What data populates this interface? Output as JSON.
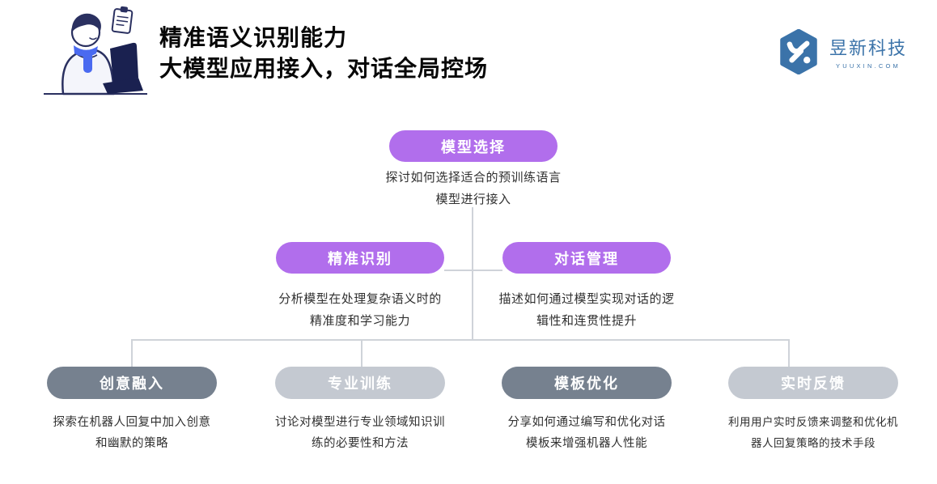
{
  "header": {
    "title_line1": "精准语义识别能力",
    "title_line2": "大模型应用接入，对话全局控场",
    "logo": {
      "name": "昱新科技",
      "domain": "YUUXIN.COM"
    }
  },
  "colors": {
    "node_purple": "#B16EEC",
    "node_dark_gray": "#76818F",
    "node_light_gray": "#C4C9D1",
    "connector_gray": "#CFD3D9",
    "logo_blue": "#3B73A9"
  },
  "tree": {
    "root": {
      "label": "模型选择",
      "desc_line1": "探讨如何选择适合的预训练语言",
      "desc_line2": "模型进行接入"
    },
    "level2": [
      {
        "label": "精准识别",
        "desc_line1": "分析模型在处理复杂语义时的",
        "desc_line2": "精准度和学习能力"
      },
      {
        "label": "对话管理",
        "desc_line1": "描述如何通过模型实现对话的逻",
        "desc_line2": "辑性和连贯性提升"
      }
    ],
    "level3": [
      {
        "label": "创意融入",
        "desc_line1": "探索在机器人回复中加入创意",
        "desc_line2": "和幽默的策略"
      },
      {
        "label": "专业训练",
        "desc_line1": "讨论对模型进行专业领域知识训",
        "desc_line2": "练的必要性和方法"
      },
      {
        "label": "模板优化",
        "desc_line1": "分享如何通过编写和优化对话",
        "desc_line2": "模板来增强机器人性能"
      },
      {
        "label": "实时反馈",
        "desc_line1": "利用用户实时反馈来调整和优化机",
        "desc_line2": "器人回复策略的技术手段"
      }
    ]
  }
}
